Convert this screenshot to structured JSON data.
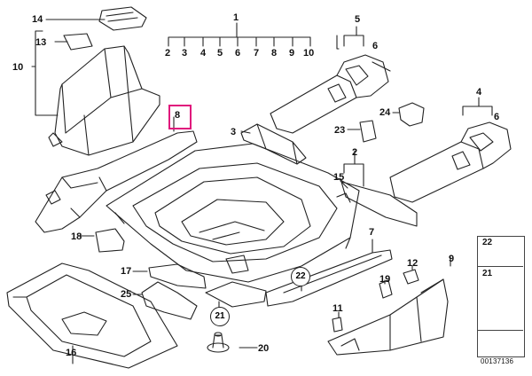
{
  "diagram": {
    "doc_number": "00137136",
    "highlighted_part": "8",
    "callouts": {
      "p1": "1",
      "p2a": "2",
      "p3a": "3",
      "p4a": "4",
      "p5a": "5",
      "p6a": "6",
      "p7a": "7",
      "p8a": "8",
      "p9a": "9",
      "p10a": "10",
      "p2": "2",
      "p3": "3",
      "p4": "4",
      "p5": "5",
      "p6": "6",
      "p7": "7",
      "p8": "8",
      "p9": "9",
      "p10": "10",
      "p11": "11",
      "p12": "12",
      "p13": "13",
      "p14": "14",
      "p15": "15",
      "p16": "16",
      "p17": "17",
      "p18": "18",
      "p19": "19",
      "p20": "20",
      "p21": "21",
      "p22": "22",
      "p23": "23",
      "p24": "24",
      "p25": "25",
      "p6b": "6",
      "c21": "21",
      "c22": "22",
      "leg22": "22",
      "leg21": "21"
    },
    "colors": {
      "line": "#222222",
      "highlight": "#e0137c",
      "fill": "#ffffff"
    }
  }
}
